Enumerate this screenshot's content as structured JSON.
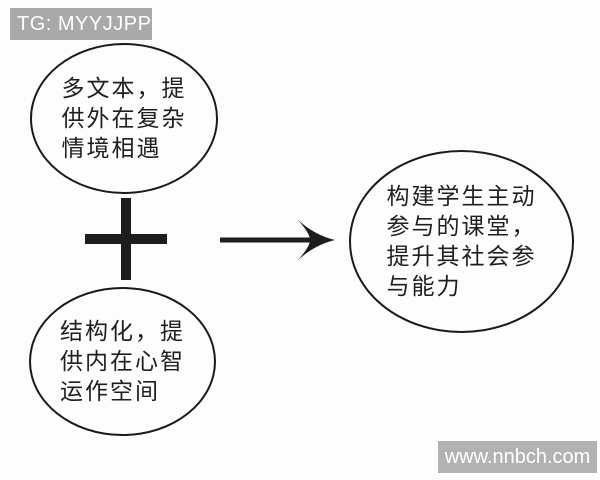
{
  "badge": {
    "text": "TG: MYYJJPP",
    "bg_color": "#a9a9a9",
    "text_color": "#ffffff"
  },
  "watermark": {
    "text": "www.nnbch.com",
    "bg_color": "#b2b2b2",
    "text_color": "#ffffff"
  },
  "diagram": {
    "type": "flow",
    "stroke_color": "#1a1a1a",
    "text_color": "#1f1f1f",
    "inputs": [
      {
        "id": "input-1",
        "label": "多文本，提\n供外在复杂\n情境相遇"
      },
      {
        "id": "input-2",
        "label": "结构化，提\n供内在心智\n运作空间"
      }
    ],
    "operator": "+",
    "connector": "right-arrow",
    "output": {
      "id": "output-1",
      "label": "构建学生主动\n参与的课堂，\n提升其社会参\n与能力"
    }
  }
}
